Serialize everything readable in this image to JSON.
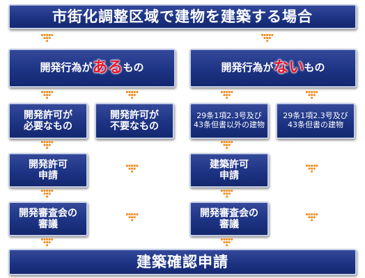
{
  "header": {
    "title": "市街化調整区域で建物を建築する場合"
  },
  "left_branch": {
    "pre": "開発行為が",
    "emph": "ある",
    "post": "もの",
    "needs": [
      "開発許可が",
      "必要なもの"
    ],
    "not_needed": [
      "開発許可が",
      "不要なもの"
    ],
    "application": [
      "開発許可",
      "申請"
    ],
    "review": [
      "開発審査会の",
      "審議"
    ]
  },
  "right_branch": {
    "pre": "開発行為が",
    "emph": "ない",
    "post": "もの",
    "other": [
      "29条1項2.3号及び",
      "43条但書以外の建物"
    ],
    "proviso": [
      "29条1項2.3号及び",
      "43条但書の建物"
    ],
    "application": [
      "建築許可",
      "申請"
    ],
    "review": [
      "開発審査会の",
      "審議"
    ]
  },
  "footer": {
    "title": "建築確認申請"
  },
  "colors": {
    "box": "#1d3384",
    "accent": "#e8152b",
    "arrow": "#f08a1c"
  }
}
